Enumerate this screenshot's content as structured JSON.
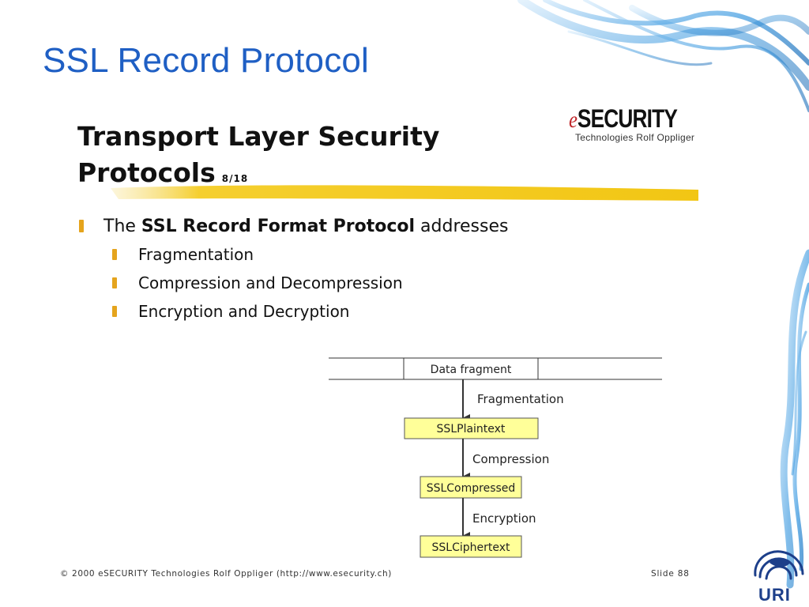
{
  "slide": {
    "title": "SSL Record Protocol"
  },
  "embedded": {
    "heading_line1": "Transport Layer Security",
    "heading_line2": "Protocols",
    "page_number": "8/18",
    "brand_prefix": "e",
    "brand_name": "SECURITY",
    "brand_subtitle": "Technologies Rolf Oppliger"
  },
  "bullets": {
    "main_pre": "The ",
    "main_bold": "SSL Record Format Protocol",
    "main_post": " addresses",
    "items": [
      "Fragmentation",
      "Compression and Decompression",
      "Encryption and Decryption"
    ]
  },
  "diagram": {
    "top_label": "Data fragment",
    "steps": [
      {
        "action": "Fragmentation",
        "box": "SSLPlaintext"
      },
      {
        "action": "Compression",
        "box": "SSLCompressed"
      },
      {
        "action": "Encryption",
        "box": "SSLCiphertext"
      }
    ]
  },
  "footer": {
    "left": "© 2000 eSECURITY Technologies Rolf Oppliger (http://www.esecurity.ch)",
    "right": "Slide 88"
  },
  "logo": {
    "text": "URI"
  },
  "colors": {
    "title_blue": "#1f5fc4",
    "bullet_gold": "#e5a41d",
    "box_fill": "#ffff99",
    "brand_red": "#c0282c",
    "swirl_blue": "#2f8fd0"
  },
  "icons": {
    "bullet": "z-bullet-icon",
    "logo": "uri-logo-icon"
  }
}
